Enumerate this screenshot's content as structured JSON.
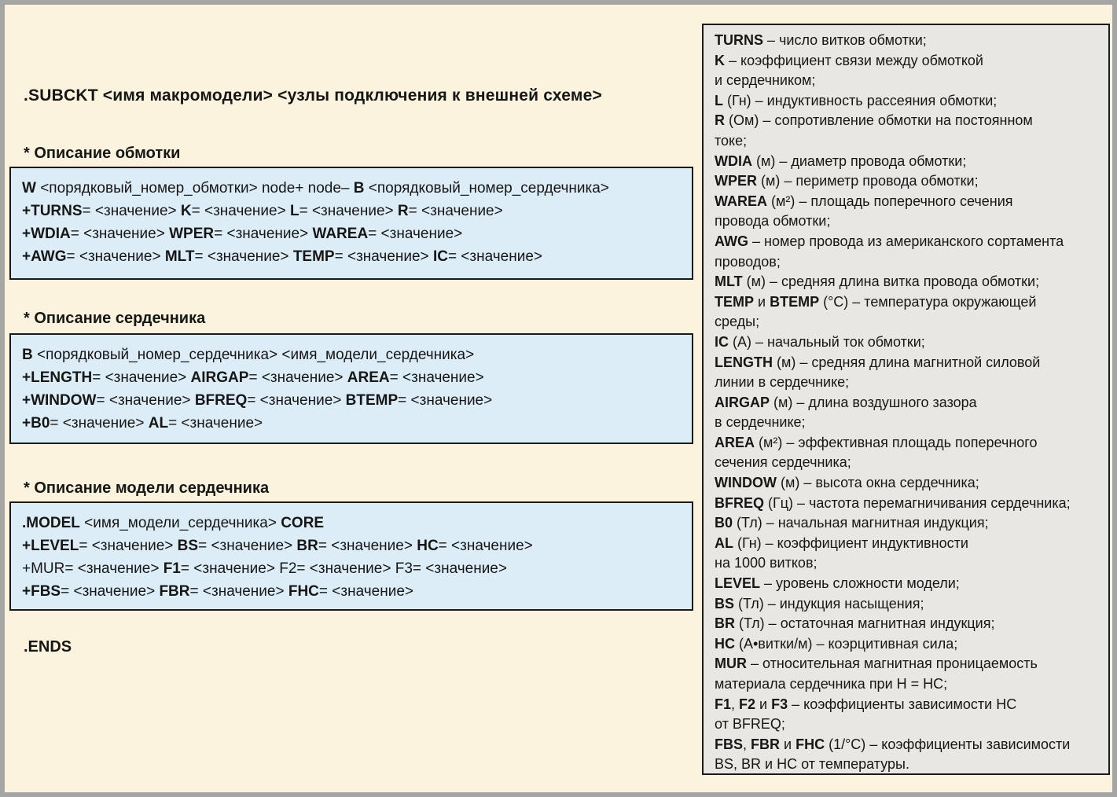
{
  "colors": {
    "page_background": "#fbf3dd",
    "page_border": "#a5a5a5",
    "code_box_background": "#ddedf8",
    "code_box_border": "#1a1a1a",
    "legend_background": "#e9e7e3",
    "legend_border": "#1a1a1a",
    "text": "#161616"
  },
  "left": {
    "title": ".SUBCKT <имя макромодели> <узлы подключения к внешней схеме>",
    "footer": ".ENDS",
    "sections": [
      {
        "heading": "* Описание обмотки",
        "lines": [
          [
            {
              "t": "W",
              "b": true
            },
            {
              "t": " <порядковый_номер_обмотки> node+ node– "
            },
            {
              "t": "B",
              "b": true
            },
            {
              "t": " <порядковый_номер_сердечника>"
            }
          ],
          [
            {
              "t": "+TURNS",
              "b": true
            },
            {
              "t": "= <значение> "
            },
            {
              "t": "K",
              "b": true
            },
            {
              "t": "= <значение> "
            },
            {
              "t": "L",
              "b": true
            },
            {
              "t": "= <значение> "
            },
            {
              "t": "R",
              "b": true
            },
            {
              "t": "= <значение>"
            }
          ],
          [
            {
              "t": "+WDIA",
              "b": true
            },
            {
              "t": "= <значение> "
            },
            {
              "t": "WPER",
              "b": true
            },
            {
              "t": "= <значение> "
            },
            {
              "t": "WAREA",
              "b": true
            },
            {
              "t": "= <значение>"
            }
          ],
          [
            {
              "t": "+AWG",
              "b": true
            },
            {
              "t": "= <значение> "
            },
            {
              "t": "MLT",
              "b": true
            },
            {
              "t": "= <значение> "
            },
            {
              "t": "TEMP",
              "b": true
            },
            {
              "t": "= <значение> "
            },
            {
              "t": "IC",
              "b": true
            },
            {
              "t": "= <значение>"
            }
          ]
        ]
      },
      {
        "heading": "* Описание сердечника",
        "lines": [
          [
            {
              "t": "B",
              "b": true
            },
            {
              "t": " <порядковый_номер_сердечника> <имя_модели_сердечника>"
            }
          ],
          [
            {
              "t": "+LENGTH",
              "b": true
            },
            {
              "t": "= <значение> "
            },
            {
              "t": "AIRGAP",
              "b": true
            },
            {
              "t": "= <значение> "
            },
            {
              "t": "AREA",
              "b": true
            },
            {
              "t": "= <значение>"
            }
          ],
          [
            {
              "t": "+WINDOW",
              "b": true
            },
            {
              "t": "= <значение> "
            },
            {
              "t": "BFREQ",
              "b": true
            },
            {
              "t": "= <значение> "
            },
            {
              "t": "BTEMP",
              "b": true
            },
            {
              "t": "= <значение>"
            }
          ],
          [
            {
              "t": "+B0",
              "b": true
            },
            {
              "t": "= <значение> "
            },
            {
              "t": "AL",
              "b": true
            },
            {
              "t": "= <значение>"
            }
          ]
        ]
      },
      {
        "heading": "* Описание модели сердечника",
        "lines": [
          [
            {
              "t": ".MODEL",
              "b": true
            },
            {
              "t": " <имя_модели_сердечника> "
            },
            {
              "t": "CORE",
              "b": true
            }
          ],
          [
            {
              "t": "+LEVEL",
              "b": true
            },
            {
              "t": "= <значение> "
            },
            {
              "t": "BS",
              "b": true
            },
            {
              "t": "= <значение> "
            },
            {
              "t": "BR",
              "b": true
            },
            {
              "t": "= <значение> "
            },
            {
              "t": "HC",
              "b": true
            },
            {
              "t": "= <значение>"
            }
          ],
          [
            {
              "t": "+MUR= <значение> "
            },
            {
              "t": "F1",
              "b": true
            },
            {
              "t": "= <значение> F2= <значение> F3= <значение>"
            }
          ],
          [
            {
              "t": "+FBS",
              "b": true
            },
            {
              "t": "= <значение> "
            },
            {
              "t": "FBR",
              "b": true
            },
            {
              "t": "= <значение> "
            },
            {
              "t": "FHC",
              "b": true
            },
            {
              "t": "= <значение>"
            }
          ]
        ]
      }
    ]
  },
  "legend": {
    "entries": [
      {
        "lines": [
          [
            {
              "t": "TURNS",
              "b": true
            },
            {
              "t": " – число витков обмотки;"
            }
          ]
        ]
      },
      {
        "lines": [
          [
            {
              "t": "K",
              "b": true
            },
            {
              "t": " – коэффициент связи между обмоткой"
            }
          ],
          [
            {
              "t": "и сердечником;"
            }
          ]
        ]
      },
      {
        "lines": [
          [
            {
              "t": "L",
              "b": true
            },
            {
              "t": " (Гн) – индуктивность рассеяния обмотки;"
            }
          ]
        ]
      },
      {
        "lines": [
          [
            {
              "t": "R",
              "b": true
            },
            {
              "t": " (Ом) – сопротивление обмотки на постоянном"
            }
          ],
          [
            {
              "t": "токе;"
            }
          ]
        ]
      },
      {
        "lines": [
          [
            {
              "t": "WDIA",
              "b": true
            },
            {
              "t": " (м) – диаметр провода обмотки;"
            }
          ]
        ]
      },
      {
        "lines": [
          [
            {
              "t": "WPER",
              "b": true
            },
            {
              "t": " (м) – периметр провода обмотки;"
            }
          ]
        ]
      },
      {
        "lines": [
          [
            {
              "t": "WAREA",
              "b": true
            },
            {
              "t": " (м²) – площадь поперечного сечения"
            }
          ],
          [
            {
              "t": "провода обмотки;"
            }
          ]
        ]
      },
      {
        "lines": [
          [
            {
              "t": "AWG",
              "b": true
            },
            {
              "t": " – номер провода из американского сортамента"
            }
          ],
          [
            {
              "t": "проводов;"
            }
          ]
        ]
      },
      {
        "lines": [
          [
            {
              "t": "MLT",
              "b": true
            },
            {
              "t": " (м) – средняя длина витка провода обмотки;"
            }
          ]
        ]
      },
      {
        "lines": [
          [
            {
              "t": "TEMP",
              "b": true
            },
            {
              "t": " и "
            },
            {
              "t": "BTEMP",
              "b": true
            },
            {
              "t": " (°C) – температура окружающей"
            }
          ],
          [
            {
              "t": "среды;"
            }
          ]
        ]
      },
      {
        "lines": [
          [
            {
              "t": "IC",
              "b": true
            },
            {
              "t": " (А) – начальный ток обмотки;"
            }
          ]
        ]
      },
      {
        "lines": [
          [
            {
              "t": "LENGTH",
              "b": true
            },
            {
              "t": " (м) – средняя длина магнитной силовой"
            }
          ],
          [
            {
              "t": "линии в сердечнике;"
            }
          ]
        ]
      },
      {
        "lines": [
          [
            {
              "t": "AIRGAP",
              "b": true
            },
            {
              "t": " (м) – длина воздушного зазора"
            }
          ],
          [
            {
              "t": "в сердечнике;"
            }
          ]
        ]
      },
      {
        "lines": [
          [
            {
              "t": "AREA",
              "b": true
            },
            {
              "t": " (м²) – эффективная площадь поперечного"
            }
          ],
          [
            {
              "t": "сечения сердечника;"
            }
          ]
        ]
      },
      {
        "lines": [
          [
            {
              "t": "WINDOW",
              "b": true
            },
            {
              "t": " (м) – высота окна сердечника;"
            }
          ]
        ]
      },
      {
        "lines": [
          [
            {
              "t": "BFREQ",
              "b": true
            },
            {
              "t": " (Гц) – частота перемагничивания сердечника;"
            }
          ]
        ]
      },
      {
        "lines": [
          [
            {
              "t": "B0",
              "b": true
            },
            {
              "t": " (Тл) – начальная магнитная индукция;"
            }
          ]
        ]
      },
      {
        "lines": [
          [
            {
              "t": "AL",
              "b": true
            },
            {
              "t": " (Гн) – коэффициент индуктивности"
            }
          ],
          [
            {
              "t": "на 1000 витков;"
            }
          ]
        ]
      },
      {
        "lines": [
          [
            {
              "t": "LEVEL",
              "b": true
            },
            {
              "t": " – уровень сложности модели;"
            }
          ]
        ]
      },
      {
        "lines": [
          [
            {
              "t": "BS",
              "b": true
            },
            {
              "t": " (Тл) – индукция насыщения;"
            }
          ]
        ]
      },
      {
        "lines": [
          [
            {
              "t": "BR",
              "b": true
            },
            {
              "t": " (Тл) – остаточная магнитная индукция;"
            }
          ]
        ]
      },
      {
        "lines": [
          [
            {
              "t": "HC",
              "b": true
            },
            {
              "t": " (А•витки/м) – коэрцитивная сила;"
            }
          ]
        ]
      },
      {
        "lines": [
          [
            {
              "t": "MUR",
              "b": true
            },
            {
              "t": " – относительная магнитная проницаемость"
            }
          ],
          [
            {
              "t": "материала сердечника при H = HC;"
            }
          ]
        ]
      },
      {
        "lines": [
          [
            {
              "t": "F1",
              "b": true
            },
            {
              "t": ", "
            },
            {
              "t": "F2",
              "b": true
            },
            {
              "t": " и "
            },
            {
              "t": "F3",
              "b": true
            },
            {
              "t": " – коэффициенты зависимости HC"
            }
          ],
          [
            {
              "t": "от BFREQ;"
            }
          ]
        ]
      },
      {
        "lines": [
          [
            {
              "t": "FBS",
              "b": true
            },
            {
              "t": ", "
            },
            {
              "t": "FBR",
              "b": true
            },
            {
              "t": " и "
            },
            {
              "t": "FHC",
              "b": true
            },
            {
              "t": " (1/°C) – коэффициенты зависимости"
            }
          ],
          [
            {
              "t": "BS, BR и HC от температуры."
            }
          ]
        ]
      }
    ]
  }
}
